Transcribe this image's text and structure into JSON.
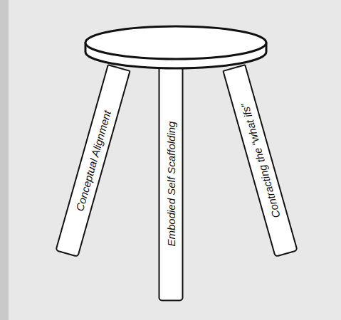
{
  "diagram": {
    "nodes": [
      {
        "text": [
          "Conceptual Alignment"
        ]
      },
      {
        "text": [
          "Embodied Self Scaffolding"
        ]
      },
      {
        "text": [
          "Contracting the “what ifs”"
        ]
      }
    ]
  }
}
